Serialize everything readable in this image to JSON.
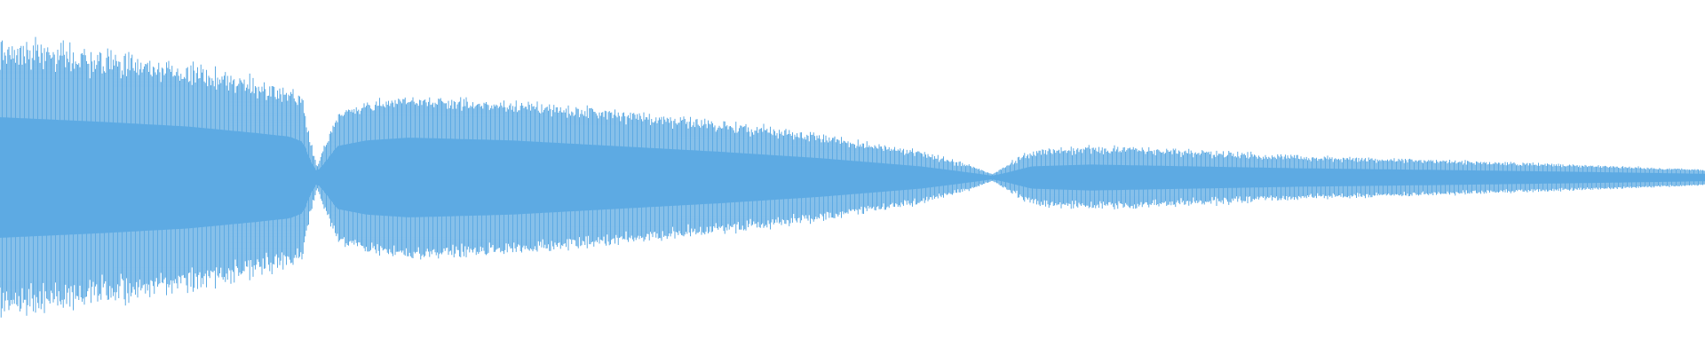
{
  "waveform": {
    "color": "#5DAAE3",
    "background": "#FFFFFF",
    "envelope": [
      [
        0.0,
        0.88,
        0.65
      ],
      [
        0.06,
        0.8,
        0.6
      ],
      [
        0.11,
        0.72,
        0.55
      ],
      [
        0.15,
        0.62,
        0.48
      ],
      [
        0.17,
        0.58,
        0.44
      ],
      [
        0.178,
        0.5,
        0.38
      ],
      [
        0.182,
        0.25,
        0.18
      ],
      [
        0.186,
        0.06,
        0.06
      ],
      [
        0.19,
        0.2,
        0.15
      ],
      [
        0.198,
        0.4,
        0.34
      ],
      [
        0.215,
        0.47,
        0.4
      ],
      [
        0.24,
        0.5,
        0.43
      ],
      [
        0.3,
        0.47,
        0.4
      ],
      [
        0.36,
        0.42,
        0.34
      ],
      [
        0.42,
        0.36,
        0.28
      ],
      [
        0.48,
        0.28,
        0.21
      ],
      [
        0.54,
        0.17,
        0.12
      ],
      [
        0.57,
        0.08,
        0.05
      ],
      [
        0.582,
        0.02,
        0.02
      ],
      [
        0.59,
        0.08,
        0.05
      ],
      [
        0.605,
        0.18,
        0.12
      ],
      [
        0.64,
        0.2,
        0.14
      ],
      [
        0.7,
        0.18,
        0.12
      ],
      [
        0.76,
        0.14,
        0.1
      ],
      [
        0.85,
        0.11,
        0.08
      ],
      [
        0.93,
        0.08,
        0.06
      ],
      [
        1.0,
        0.05,
        0.04
      ]
    ]
  }
}
